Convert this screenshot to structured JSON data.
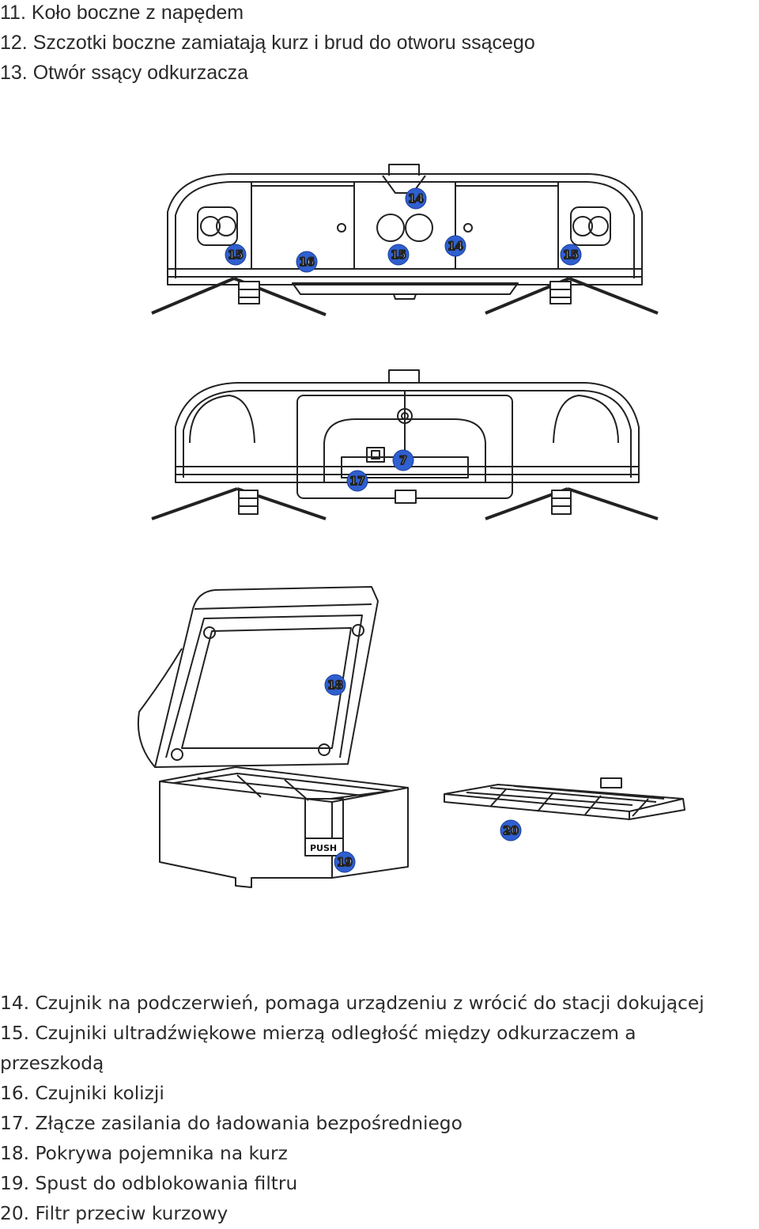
{
  "legend_top": [
    "11. Koło boczne z napędem",
    "12. Szczotki boczne zamiatają kurz i brud do otworu ssącego",
    "13. Otwór ssący odkurzacza"
  ],
  "callouts": {
    "front": [
      "14",
      "15",
      "16",
      "15",
      "14",
      "15"
    ],
    "rear": [
      "7",
      "17"
    ],
    "bin": [
      "18",
      "19",
      "20"
    ],
    "push_label": "PUSH"
  },
  "legend_bottom": [
    "14. Czujnik na podczerwień, pomaga urządzeniu z wrócić do stacji dokującej",
    "15. Czujniki ultradźwiękowe mierzą odległość między odkurzaczem a",
    "przeszkodą",
    "16. Czujniki kolizji",
    "17. Złącze zasilania do ładowania bezpośredniego",
    "18. Pokrywa pojemnika na kurz",
    "19. Spust do odblokowania  filtru",
    "20. Filtr przeciw kurzowy"
  ]
}
